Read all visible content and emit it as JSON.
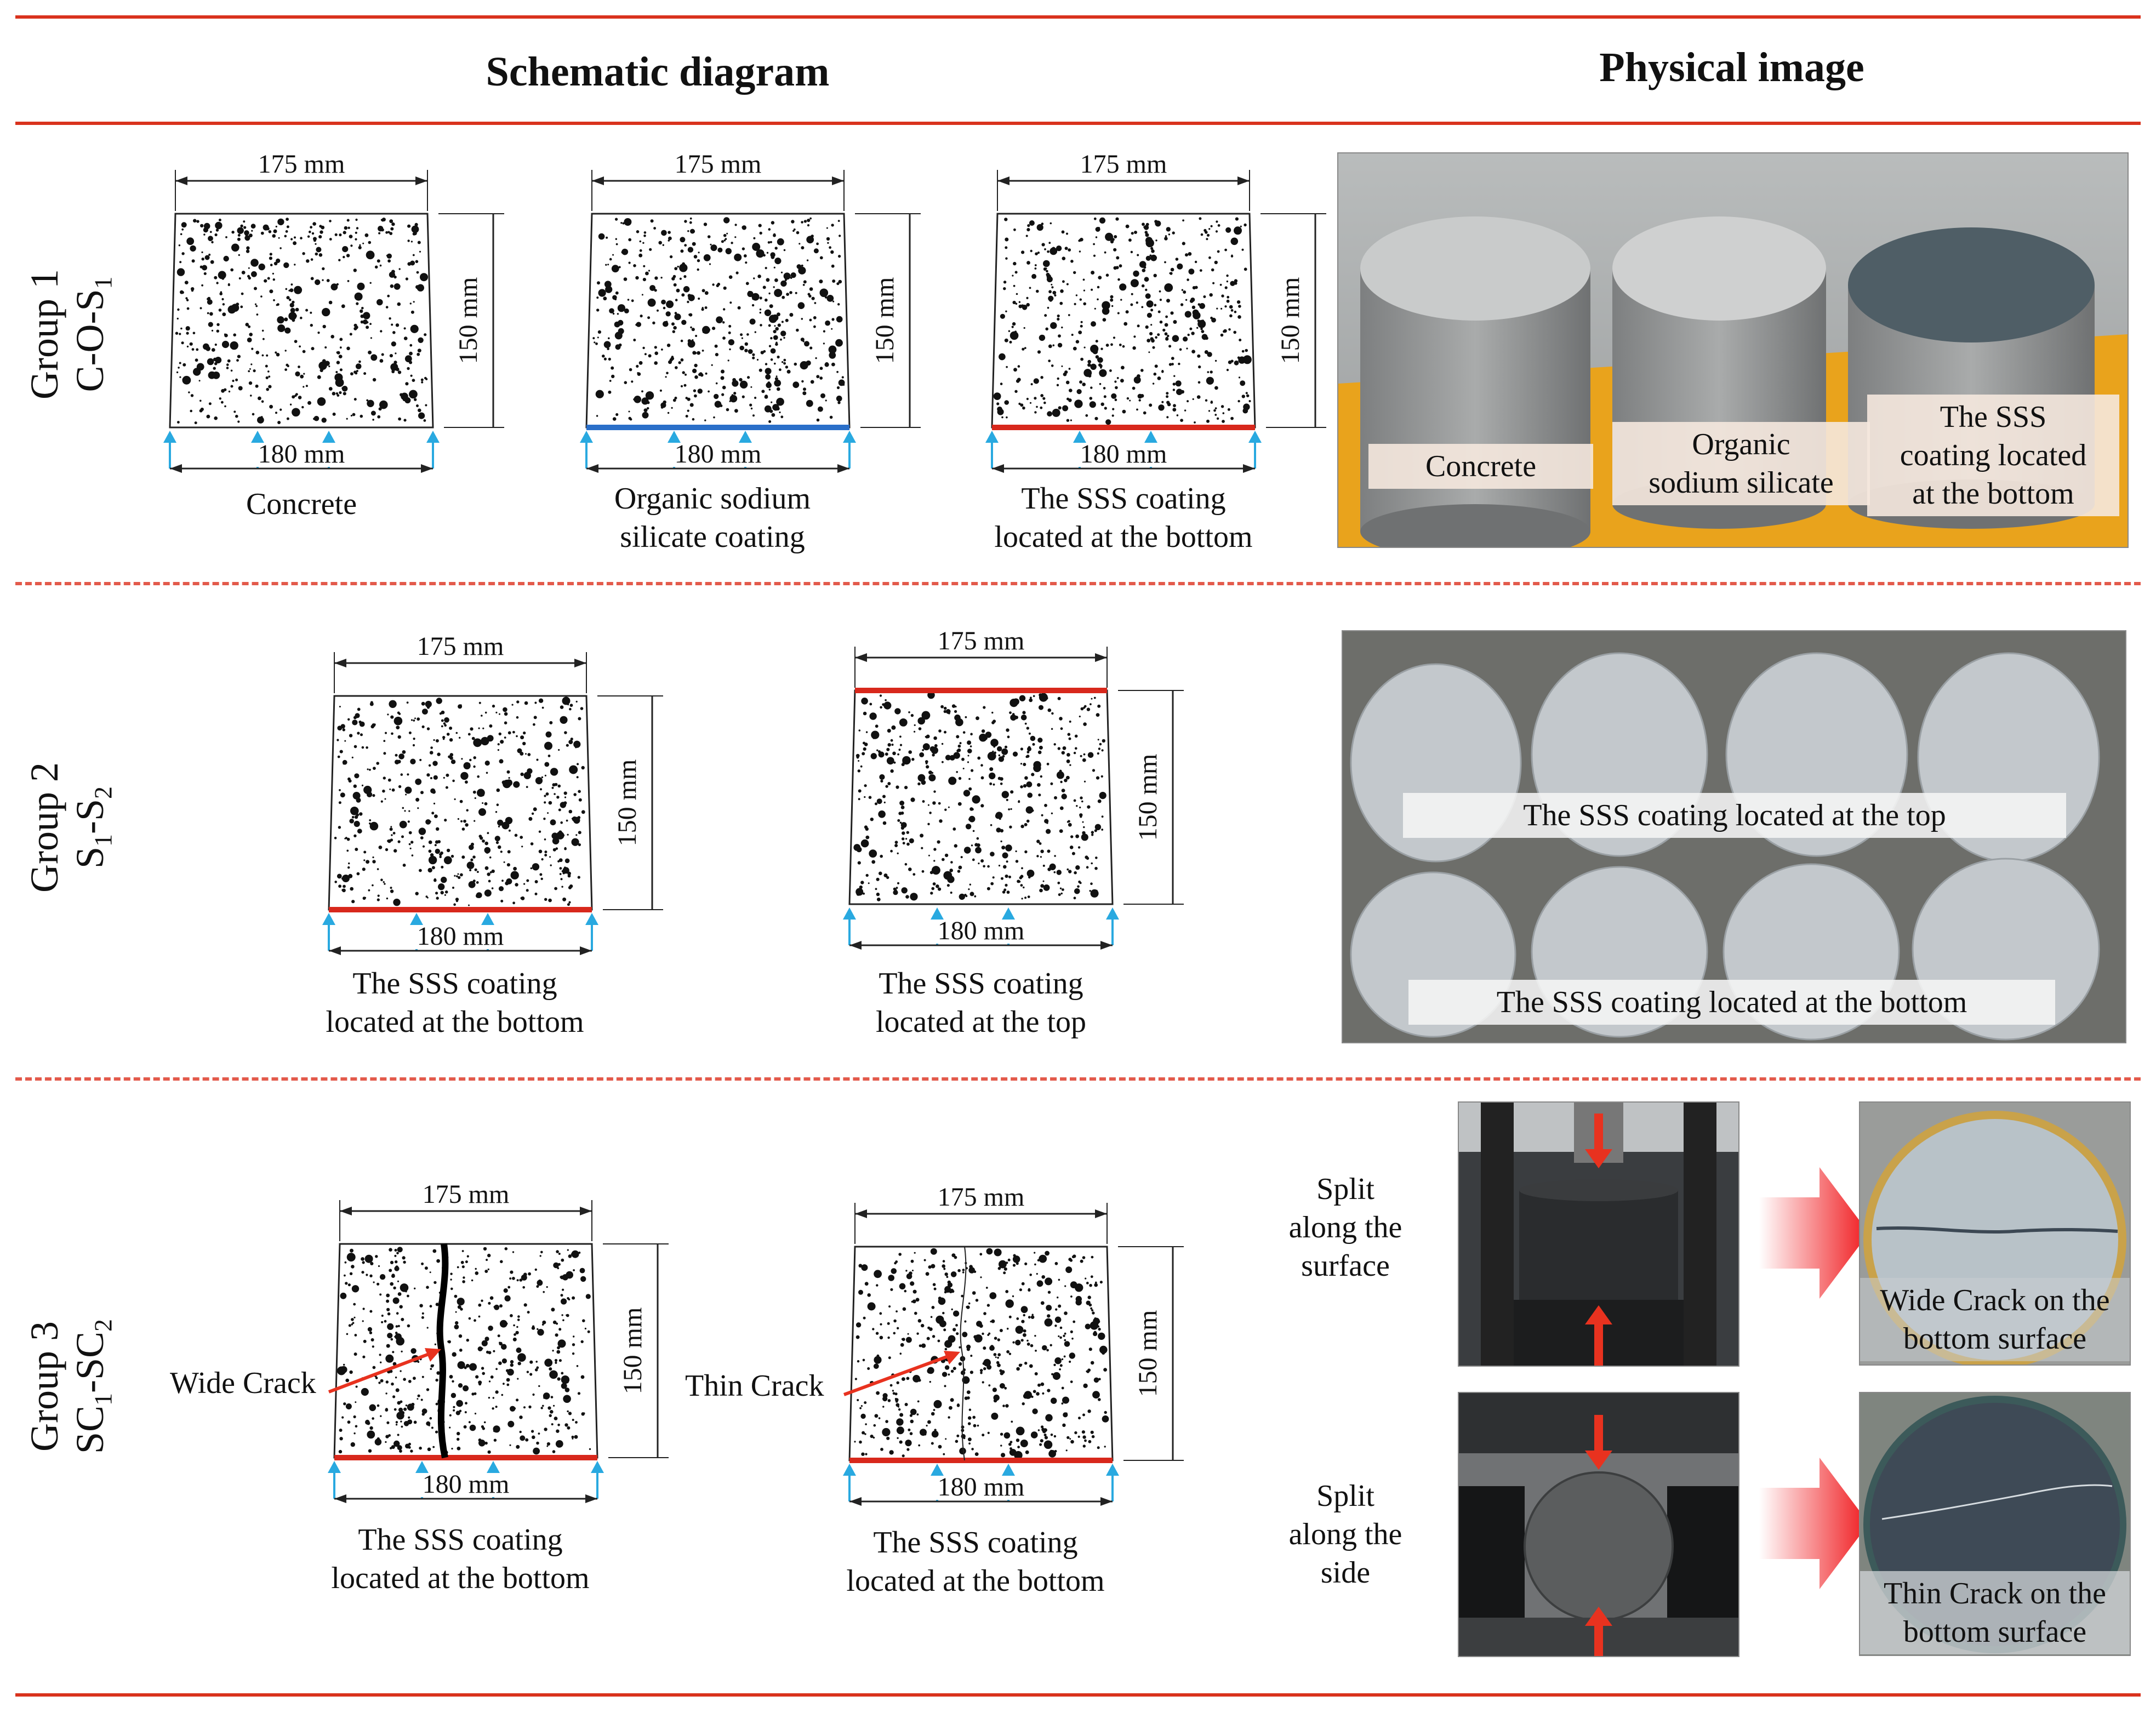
{
  "headers": {
    "schematic": "Schematic diagram",
    "physical": "Physical image"
  },
  "dims": {
    "top": "175 mm",
    "bottom": "180 mm",
    "height": "150 mm"
  },
  "groups": [
    {
      "label_line1": "Group 1",
      "label_line2_prefix": "C-O-S",
      "label_line2_sub": "1",
      "specimens": [
        {
          "caption_lines": [
            "Concrete"
          ],
          "coating": "none"
        },
        {
          "caption_lines": [
            "Organic sodium",
            "silicate coating"
          ],
          "coating": "bottom-blue"
        },
        {
          "caption_lines": [
            "The SSS coating",
            "located at the bottom"
          ],
          "coating": "bottom-red"
        }
      ],
      "photo_labels": [
        {
          "lines": [
            "Concrete"
          ]
        },
        {
          "lines": [
            "Organic",
            "sodium silicate"
          ]
        },
        {
          "lines": [
            "The SSS",
            "coating located",
            "at the bottom"
          ]
        }
      ]
    },
    {
      "label_line1": "Group 2",
      "label_line2_a": "S",
      "label_line2_a_sub": "1",
      "label_line2_b": "-S",
      "label_line2_b_sub": "2",
      "specimens": [
        {
          "caption_lines": [
            "The SSS coating",
            "located at the bottom"
          ],
          "coating": "bottom-red"
        },
        {
          "caption_lines": [
            "The SSS coating",
            "located at the top"
          ],
          "coating": "top-red"
        }
      ],
      "photo_labels": [
        {
          "lines": [
            "The SSS coating located at the top"
          ]
        },
        {
          "lines": [
            "The SSS coating located at the bottom"
          ]
        }
      ]
    },
    {
      "label_line1": "Group 3",
      "label_line2_a": "SC",
      "label_line2_a_sub": "1",
      "label_line2_b": "-SC",
      "label_line2_b_sub": "2",
      "specimens": [
        {
          "caption_lines": [
            "The SSS coating",
            "located at the bottom"
          ],
          "coating": "bottom-red",
          "crack": "wide",
          "crack_label": "Wide Crack"
        },
        {
          "caption_lines": [
            "The SSS coating",
            "located at the bottom"
          ],
          "coating": "bottom-red",
          "crack": "thin",
          "crack_label": "Thin Crack"
        }
      ],
      "split_labels": [
        {
          "lines": [
            "Split",
            "along the",
            "surface"
          ]
        },
        {
          "lines": [
            "Split",
            "along the",
            "side"
          ]
        }
      ],
      "photo_labels": [
        {
          "lines": [
            "Wide Crack on the",
            "bottom surface"
          ]
        },
        {
          "lines": [
            "Thin Crack on the",
            "bottom surface"
          ]
        }
      ]
    }
  ],
  "colors": {
    "rule": "#d9321d",
    "coating_red": "#d8281c",
    "coating_blue": "#2a6fc9",
    "support_arrow": "#29a9e0",
    "load_arrow": "#e8321f"
  }
}
